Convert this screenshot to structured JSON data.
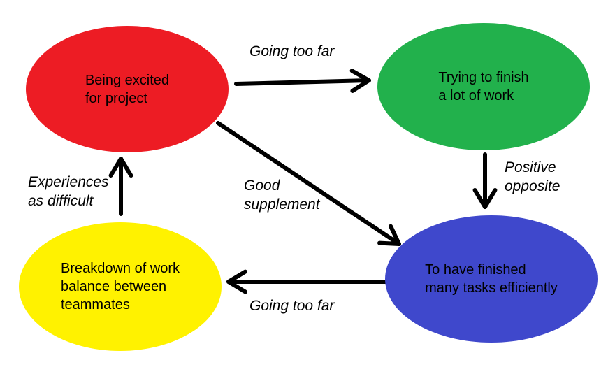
{
  "diagram": {
    "background_color": "#FFFFFF",
    "arrow_color": "#000000",
    "nodes": {
      "excited": {
        "color": "#ED1C24",
        "lines": [
          "Being excited",
          "for project"
        ]
      },
      "trying": {
        "color": "#22B14C",
        "lines": [
          "Trying to finish",
          "a lot of work"
        ]
      },
      "breakdown": {
        "color": "#FFF200",
        "lines": [
          "Breakdown of work",
          "balance between",
          "teammates"
        ]
      },
      "finished": {
        "color": "#3F48CC",
        "lines": [
          "To have finished",
          "many tasks efficiently"
        ]
      }
    },
    "edges": {
      "excited_to_trying": {
        "from": "excited",
        "to": "trying",
        "lines": [
          "Going too far"
        ]
      },
      "trying_to_finished": {
        "from": "trying",
        "to": "finished",
        "lines": [
          "Positive",
          "opposite"
        ]
      },
      "excited_to_finished": {
        "from": "excited",
        "to": "finished",
        "lines": [
          "Good",
          "supplement"
        ]
      },
      "finished_to_breakdown": {
        "from": "finished",
        "to": "breakdown",
        "lines": [
          "Going too far"
        ]
      },
      "breakdown_to_excited": {
        "from": "breakdown",
        "to": "excited",
        "lines": [
          "Experiences",
          "as difficult"
        ]
      }
    }
  }
}
